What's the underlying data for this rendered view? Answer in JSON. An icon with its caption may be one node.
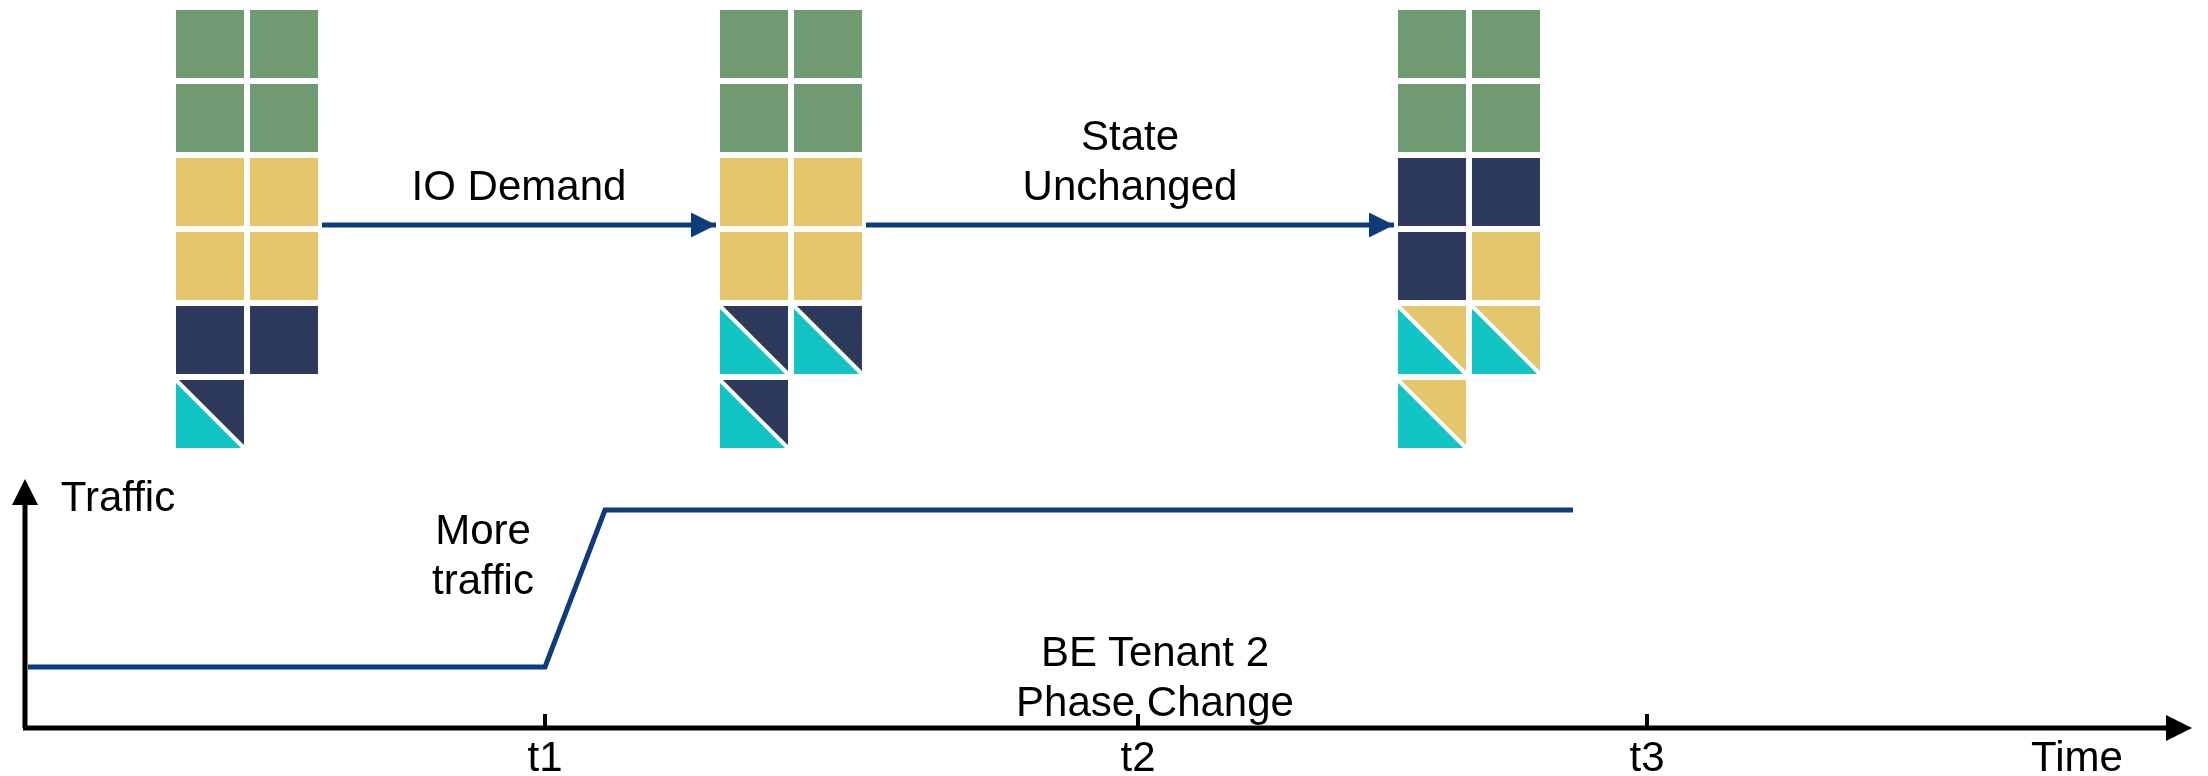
{
  "diagram": {
    "nodes": [
      {
        "text": [],
        "shape": "picture"
      },
      {
        "text": [],
        "shape": "picture"
      },
      {
        "text": [],
        "shape": "picture"
      }
    ],
    "edges": [
      {
        "from": 0,
        "to": 1,
        "arrow": "to",
        "label": "IO Demand"
      },
      {
        "from": 1,
        "to": 2,
        "arrow": "to",
        "label": "State Unchanged"
      }
    ],
    "labels": [
      "Traffic",
      "More traffic",
      "BE Tenant 2 Phase Change",
      "t1",
      "t2",
      "t3",
      "Time"
    ]
  }
}
